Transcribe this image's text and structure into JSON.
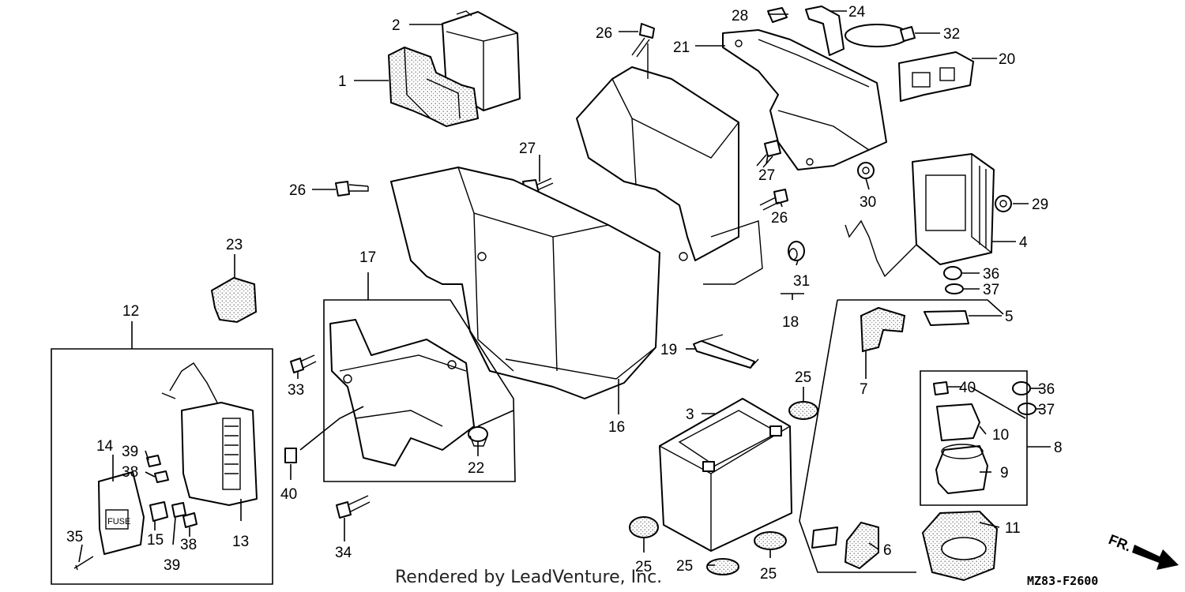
{
  "callouts": [
    {
      "id": "1",
      "text": "1"
    },
    {
      "id": "2",
      "text": "2"
    },
    {
      "id": "3",
      "text": "3"
    },
    {
      "id": "4",
      "text": "4"
    },
    {
      "id": "5",
      "text": "5"
    },
    {
      "id": "6",
      "text": "6"
    },
    {
      "id": "7",
      "text": "7"
    },
    {
      "id": "8",
      "text": "8"
    },
    {
      "id": "9",
      "text": "9"
    },
    {
      "id": "10",
      "text": "10"
    },
    {
      "id": "11",
      "text": "11"
    },
    {
      "id": "12",
      "text": "12"
    },
    {
      "id": "13",
      "text": "13"
    },
    {
      "id": "14",
      "text": "14"
    },
    {
      "id": "15",
      "text": "15"
    },
    {
      "id": "16",
      "text": "16"
    },
    {
      "id": "17",
      "text": "17"
    },
    {
      "id": "18",
      "text": "18"
    },
    {
      "id": "19",
      "text": "19"
    },
    {
      "id": "20",
      "text": "20"
    },
    {
      "id": "21",
      "text": "21"
    },
    {
      "id": "22",
      "text": "22"
    },
    {
      "id": "23",
      "text": "23"
    },
    {
      "id": "24",
      "text": "24"
    },
    {
      "id": "25",
      "text": "25"
    },
    {
      "id": "26",
      "text": "26"
    },
    {
      "id": "27",
      "text": "27"
    },
    {
      "id": "28",
      "text": "28"
    },
    {
      "id": "29",
      "text": "29"
    },
    {
      "id": "30",
      "text": "30"
    },
    {
      "id": "31",
      "text": "31"
    },
    {
      "id": "32",
      "text": "32"
    },
    {
      "id": "33",
      "text": "33"
    },
    {
      "id": "34",
      "text": "34"
    },
    {
      "id": "35",
      "text": "35"
    },
    {
      "id": "36",
      "text": "36"
    },
    {
      "id": "37",
      "text": "37"
    },
    {
      "id": "38",
      "text": "38"
    },
    {
      "id": "39",
      "text": "39"
    },
    {
      "id": "40",
      "text": "40"
    }
  ],
  "labels": {
    "fuse": "FUSE",
    "front_marker": "FR.",
    "credit": "Rendered by LeadVenture, Inc.",
    "diagram_code": "MZ83-F2600"
  }
}
